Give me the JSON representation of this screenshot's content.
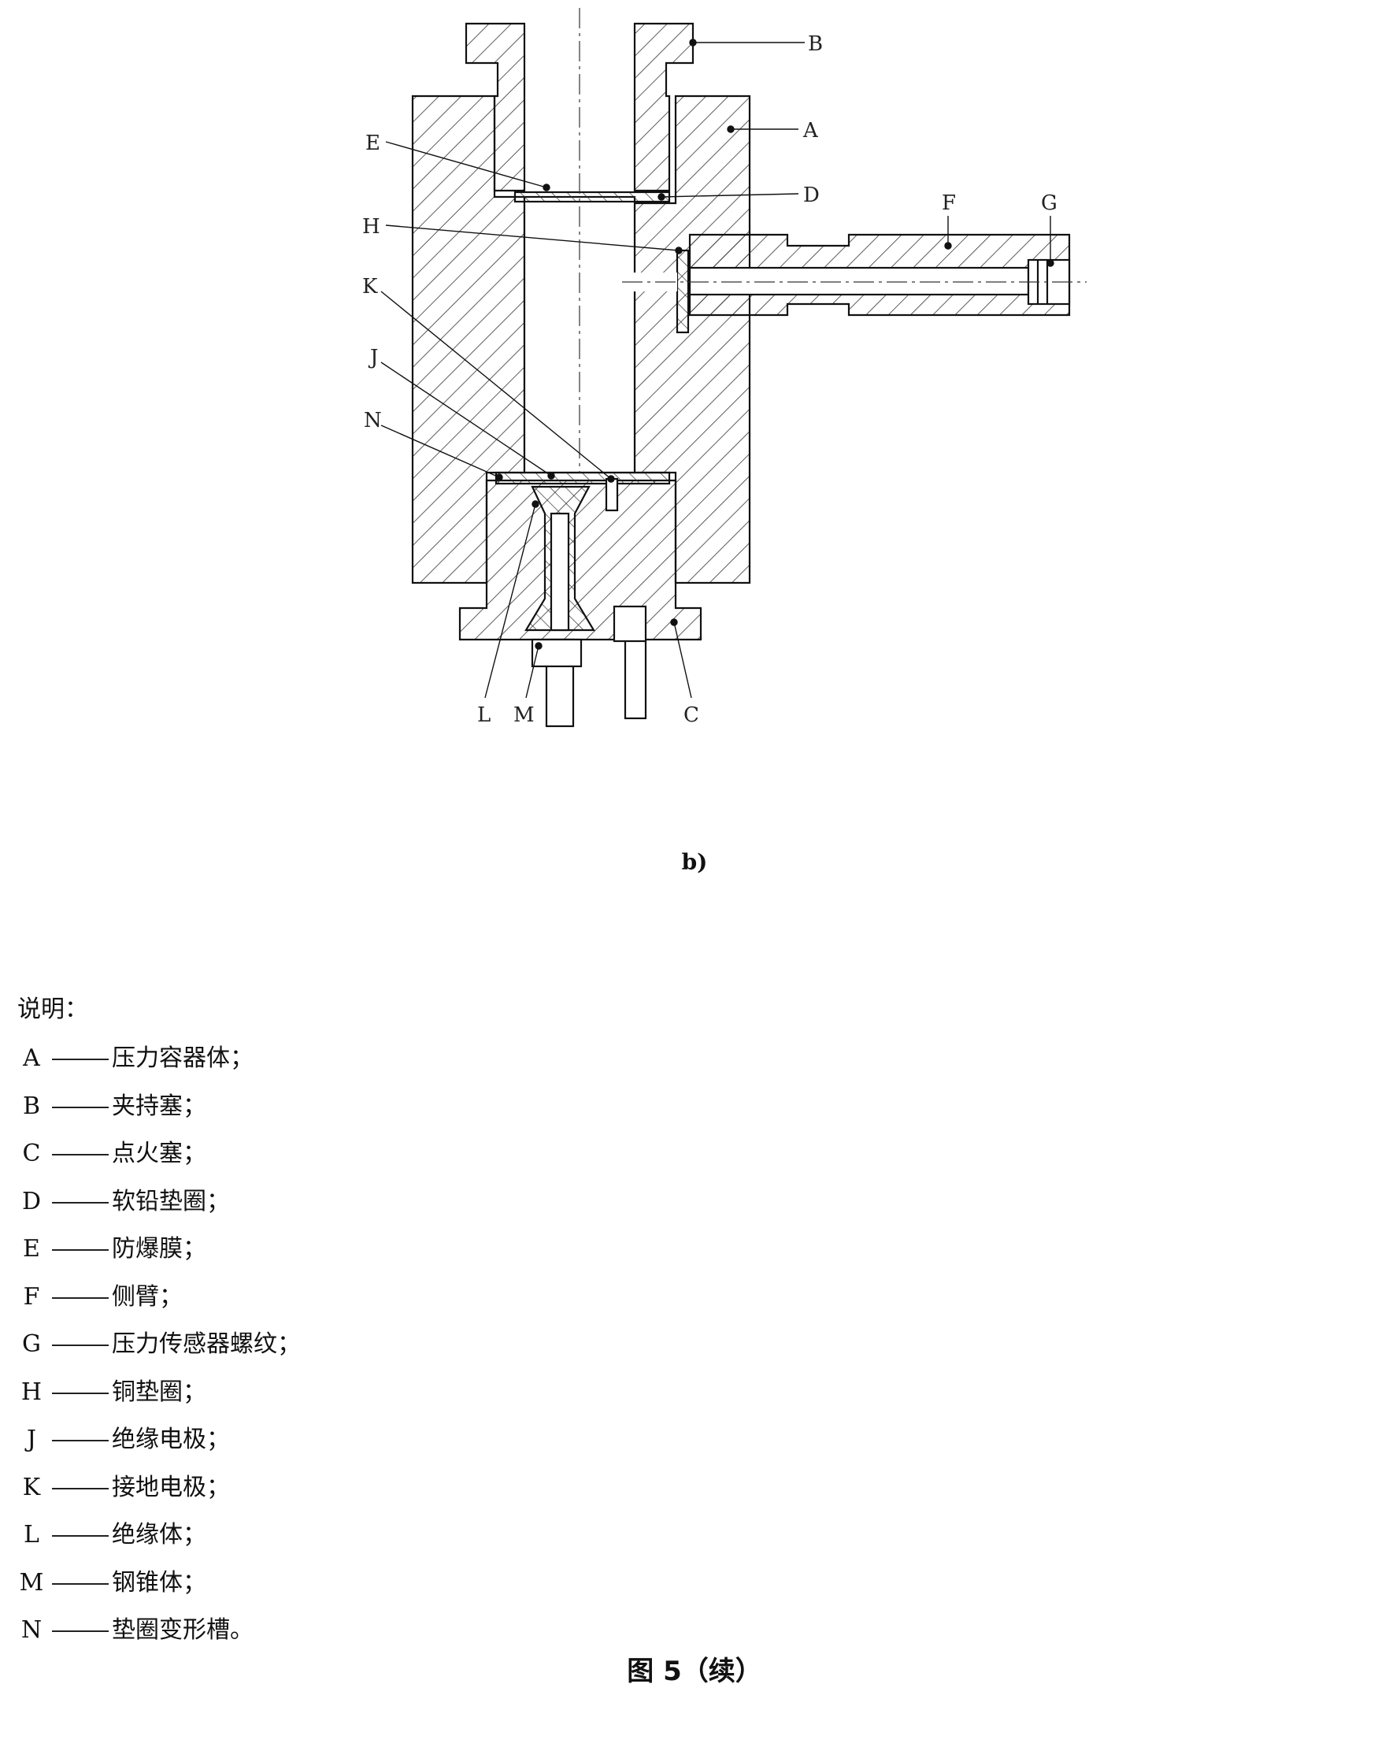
{
  "labels": {
    "A": "A",
    "B": "B",
    "C": "C",
    "D": "D",
    "E": "E",
    "F": "F",
    "G": "G",
    "H": "H",
    "J": "J",
    "K": "K",
    "L": "L",
    "M": "M",
    "N": "N"
  },
  "sub_caption": "b)",
  "legend": {
    "title": "说明：",
    "items": [
      {
        "key": "A",
        "text": "压力容器体；"
      },
      {
        "key": "B",
        "text": "夹持塞；"
      },
      {
        "key": "C",
        "text": "点火塞；"
      },
      {
        "key": "D",
        "text": "软铅垫圈；"
      },
      {
        "key": "E",
        "text": "防爆膜；"
      },
      {
        "key": "F",
        "text": "侧臂；"
      },
      {
        "key": "G",
        "text": "压力传感器螺纹；"
      },
      {
        "key": "H",
        "text": "铜垫圈；"
      },
      {
        "key": "J",
        "text": "绝缘电极；"
      },
      {
        "key": "K",
        "text": "接地电极；"
      },
      {
        "key": "L",
        "text": "绝缘体；"
      },
      {
        "key": "M",
        "text": "钢锥体；"
      },
      {
        "key": "N",
        "text": "垫圈变形槽。"
      }
    ]
  },
  "figure_caption": "图 5（续）"
}
